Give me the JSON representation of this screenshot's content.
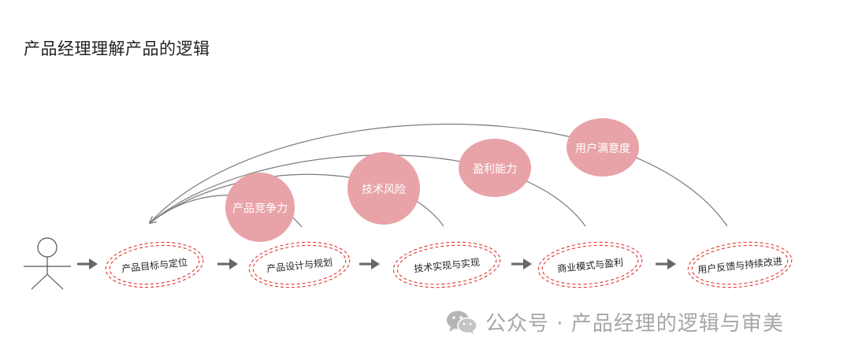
{
  "title": "产品经理理解产品的逻辑",
  "flow": {
    "steps": [
      {
        "label": "产品目标与定位"
      },
      {
        "label": "产品设计与规划"
      },
      {
        "label": "技术实现与实现"
      },
      {
        "label": "商业模式与盈利"
      },
      {
        "label": "用户反馈与持续改进"
      }
    ],
    "feedback": [
      {
        "label": "产品竞争力"
      },
      {
        "label": "技术风险"
      },
      {
        "label": "盈利能力"
      },
      {
        "label": "用户满意度"
      }
    ]
  },
  "colors": {
    "bubble": "#e8a3a8",
    "oval_stroke": "#e0352f",
    "arrow": "#666666",
    "arc": "#7a7a7a",
    "watermark": "#a6a6a6"
  },
  "icons": {
    "actor": "stick-figure-icon",
    "watermark": "wechat-icon"
  },
  "watermark": {
    "text": "公众号 · 产品经理的逻辑与审美"
  }
}
